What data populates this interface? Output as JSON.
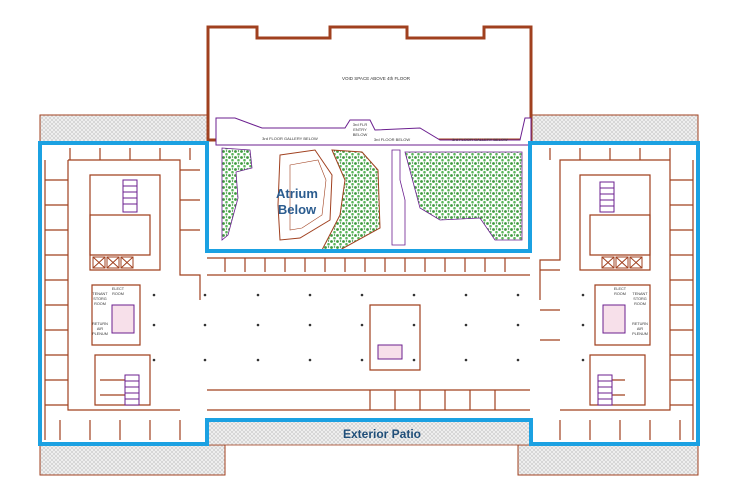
{
  "labels": {
    "void_space": "VOID SPACE ABOVE 4th FLOOR",
    "atrium_line1": "Atrium",
    "atrium_line2": "Below",
    "exterior_patio": "Exterior Patio",
    "galleria_left": "3rd FLOOR GALLERY BELOW",
    "galleria_right": "3rd FLOOR BELOW",
    "entry_line1": "3rd FLR",
    "entry_line2": "ENTRY",
    "entry_line3": "BELOW",
    "room_left_1": "ELECT",
    "room_left_2": "ROOM",
    "tenant_left_1": "TENANT",
    "tenant_left_2": "STORG",
    "tenant_left_3": "ROOM",
    "return_left_1": "RETURN",
    "return_left_2": "AIR",
    "return_left_3": "PLENUM",
    "room_right_1": "ELECT",
    "room_right_2": "ROOM",
    "tenant_right_1": "TENANT",
    "tenant_right_2": "STORG",
    "tenant_right_3": "ROOM",
    "return_right_1": "RETURN",
    "return_right_2": "AIR",
    "return_right_3": "PLENUM"
  },
  "colors": {
    "wall": "#a0401f",
    "outline_blue": "#1ba1e2",
    "atrium_text": "#2b5c8f",
    "patio_text": "#1f4e79",
    "planting": "#3e9b3e",
    "stair": "#6b1f8f",
    "hatch": "#bdbdbd"
  }
}
